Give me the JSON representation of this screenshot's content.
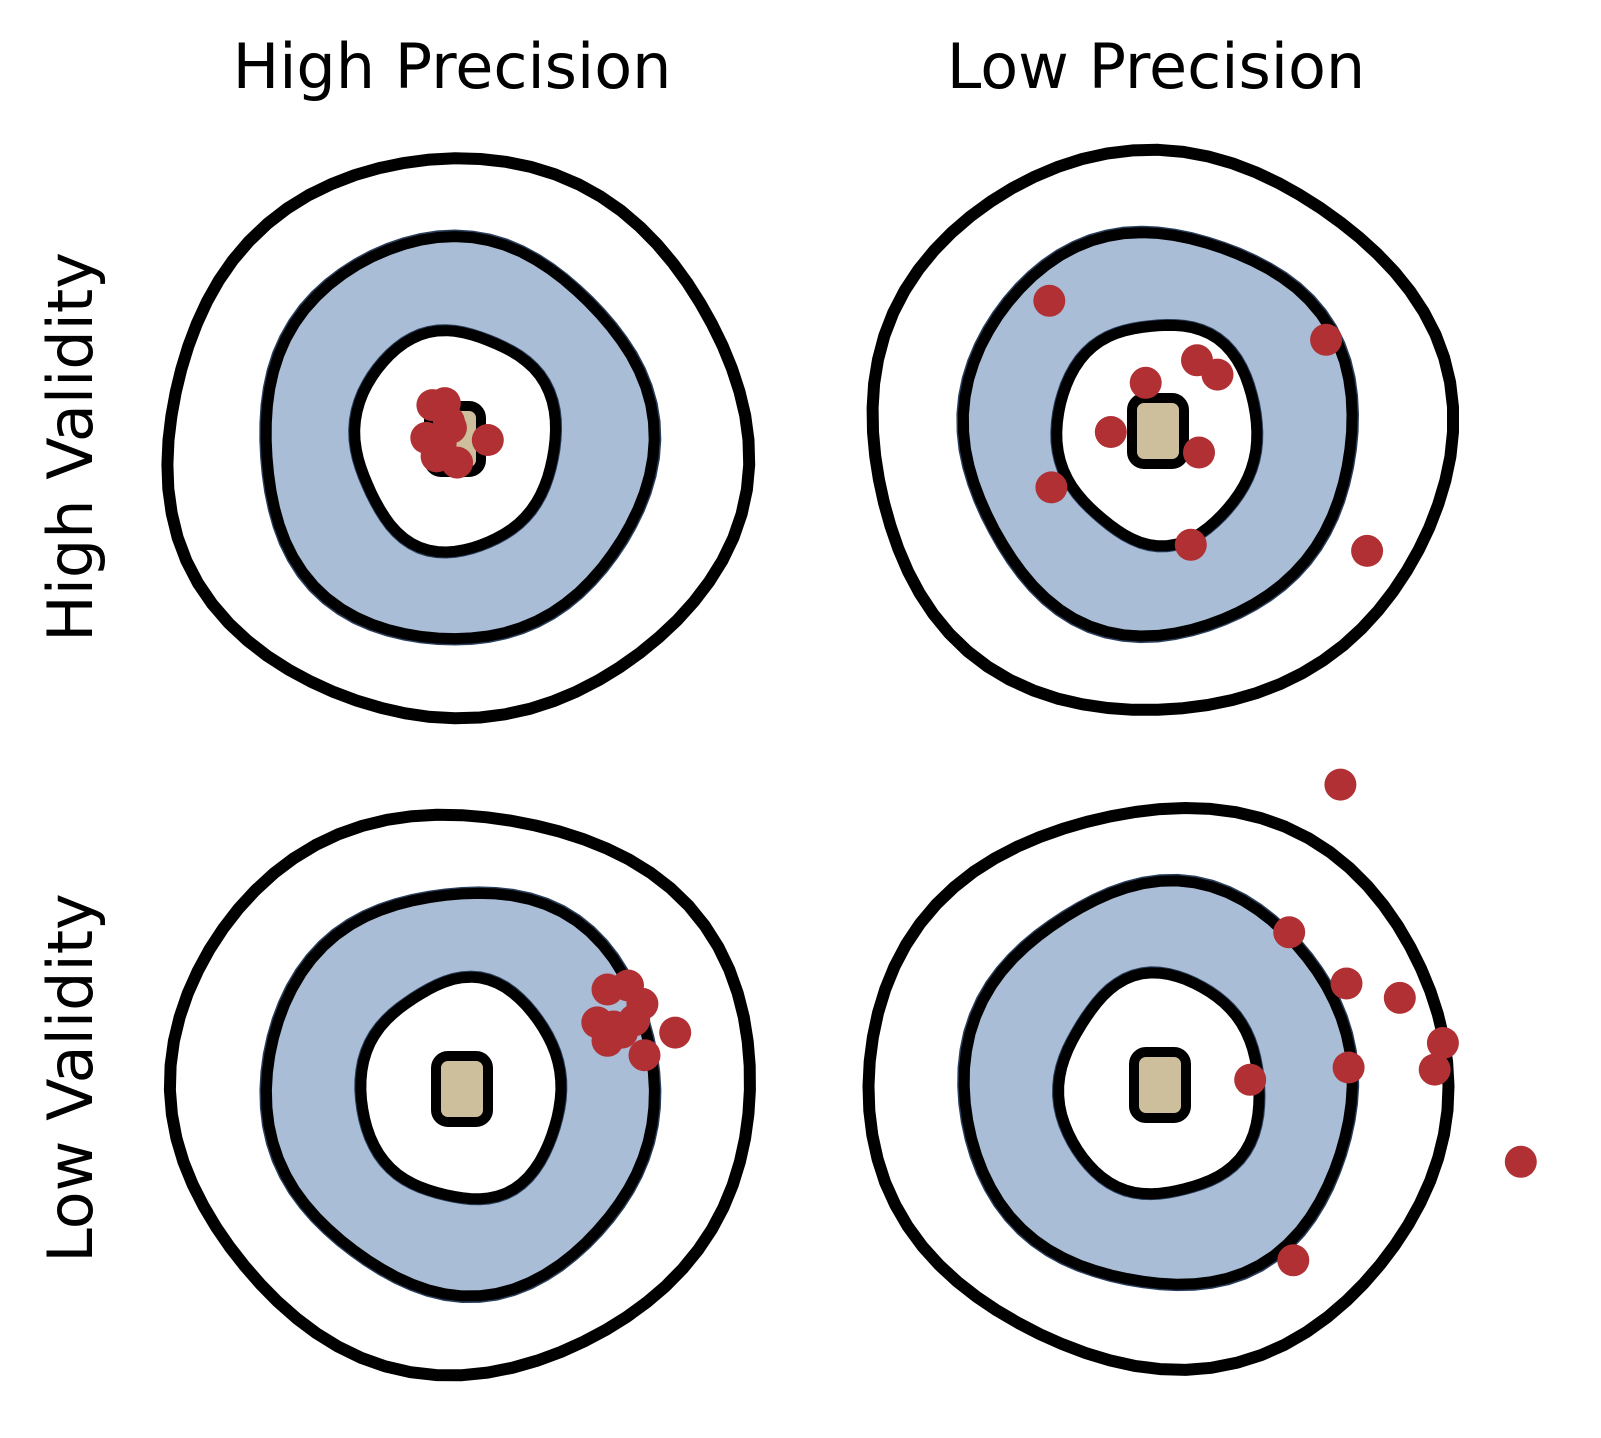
{
  "colors": {
    "ring_line": "#000000",
    "blue_band": "#a9bdd7",
    "blue_edge": "#2b3f5c",
    "bullseye": "#cdbf9b",
    "bullseye_edge": "#4a3e22",
    "dot": "#b03034",
    "background": "#ffffff"
  },
  "labels": {
    "col_high_precision": "High Precision",
    "col_low_precision": "Low Precision",
    "row_high_validity": "High Validity",
    "row_low_validity": "Low Validity"
  },
  "panels": [
    {
      "id": "high-validity-high-precision",
      "hits": [
        [
          -0.11,
          -0.17
        ],
        [
          -0.05,
          -0.18
        ],
        [
          -0.03,
          -0.09
        ],
        [
          -0.14,
          -0.01
        ],
        [
          -0.08,
          0.05
        ],
        [
          -0.07,
          0.02
        ],
        [
          0.01,
          0.11
        ],
        [
          0.16,
          0.0
        ],
        [
          -0.02,
          -0.06
        ],
        [
          -0.09,
          0.08
        ]
      ]
    },
    {
      "id": "high-validity-low-precision",
      "hits": [
        [
          -0.53,
          -0.64
        ],
        [
          0.82,
          -0.45
        ],
        [
          0.19,
          -0.35
        ],
        [
          0.29,
          -0.28
        ],
        [
          -0.06,
          -0.24
        ],
        [
          -0.23,
          0.0
        ],
        [
          0.2,
          0.1
        ],
        [
          -0.52,
          0.27
        ],
        [
          0.16,
          0.55
        ],
        [
          1.02,
          0.58
        ]
      ]
    },
    {
      "id": "low-validity-high-precision",
      "hits": [
        [
          0.71,
          -0.49
        ],
        [
          0.81,
          -0.51
        ],
        [
          0.88,
          -0.42
        ],
        [
          0.66,
          -0.33
        ],
        [
          0.74,
          -0.31
        ],
        [
          0.84,
          -0.34
        ],
        [
          0.78,
          -0.28
        ],
        [
          0.71,
          -0.24
        ],
        [
          0.89,
          -0.17
        ],
        [
          1.04,
          -0.28
        ]
      ]
    },
    {
      "id": "low-validity-low-precision",
      "hits": [
        [
          0.88,
          -1.47
        ],
        [
          0.63,
          -0.75
        ],
        [
          0.91,
          -0.5
        ],
        [
          1.17,
          -0.43
        ],
        [
          1.38,
          -0.21
        ],
        [
          0.92,
          -0.09
        ],
        [
          1.34,
          -0.08
        ],
        [
          0.44,
          -0.03
        ],
        [
          1.76,
          0.37
        ],
        [
          0.65,
          0.85
        ]
      ]
    }
  ]
}
